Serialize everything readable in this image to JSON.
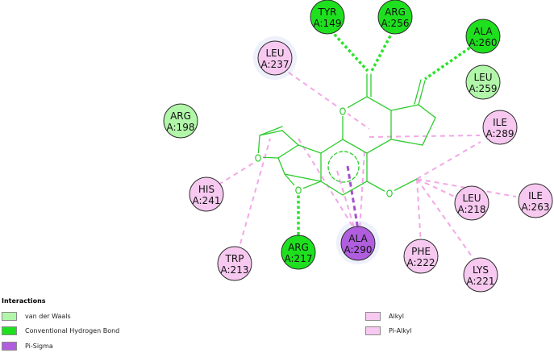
{
  "colors": {
    "vdw": "#b2f7a9",
    "hbond": "#1fe01f",
    "pisigma": "#b05ede",
    "alkyl": "#f7c9f0",
    "pialkyl": "#f7c9f0",
    "ligand": "#2ecc2e",
    "hbond_line": "#2de22d",
    "alkyl_line": "#f2a8e6",
    "pisigma_line": "#a84fd0"
  },
  "residues": [
    {
      "id": "tyr149",
      "name": "TYR",
      "num": "A:149",
      "type": "hbond"
    },
    {
      "id": "arg256",
      "name": "ARG",
      "num": "A:256",
      "type": "hbond"
    },
    {
      "id": "ala260",
      "name": "ALA",
      "num": "A:260",
      "type": "hbond"
    },
    {
      "id": "leu237",
      "name": "LEU",
      "num": "A:237",
      "type": "alkyl"
    },
    {
      "id": "leu259",
      "name": "LEU",
      "num": "A:259",
      "type": "vdw"
    },
    {
      "id": "arg198",
      "name": "ARG",
      "num": "A:198",
      "type": "vdw"
    },
    {
      "id": "ile289",
      "name": "ILE",
      "num": "A:289",
      "type": "alkyl"
    },
    {
      "id": "his241",
      "name": "HIS",
      "num": "A:241",
      "type": "alkyl"
    },
    {
      "id": "leu218",
      "name": "LEU",
      "num": "A:218",
      "type": "alkyl"
    },
    {
      "id": "ile263",
      "name": "ILE",
      "num": "A:263",
      "type": "alkyl"
    },
    {
      "id": "arg217",
      "name": "ARG",
      "num": "A:217",
      "type": "hbond"
    },
    {
      "id": "ala290",
      "name": "ALA",
      "num": "A:290",
      "type": "pisigma"
    },
    {
      "id": "phe222",
      "name": "PHE",
      "num": "A:222",
      "type": "alkyl"
    },
    {
      "id": "trp213",
      "name": "TRP",
      "num": "A:213",
      "type": "alkyl"
    },
    {
      "id": "lys221",
      "name": "LYS",
      "num": "A:221",
      "type": "alkyl"
    }
  ],
  "legend": {
    "title": "Interactions",
    "items": [
      {
        "label": "van der Waals",
        "color": "#b2f7a9"
      },
      {
        "label": "Conventional Hydrogen Bond",
        "color": "#1fe01f"
      },
      {
        "label": "Pi-Sigma",
        "color": "#b05ede"
      },
      {
        "label": "Alkyl",
        "color": "#f7c9f0"
      },
      {
        "label": "Pi-Alkyl",
        "color": "#f7c9f0"
      }
    ]
  }
}
